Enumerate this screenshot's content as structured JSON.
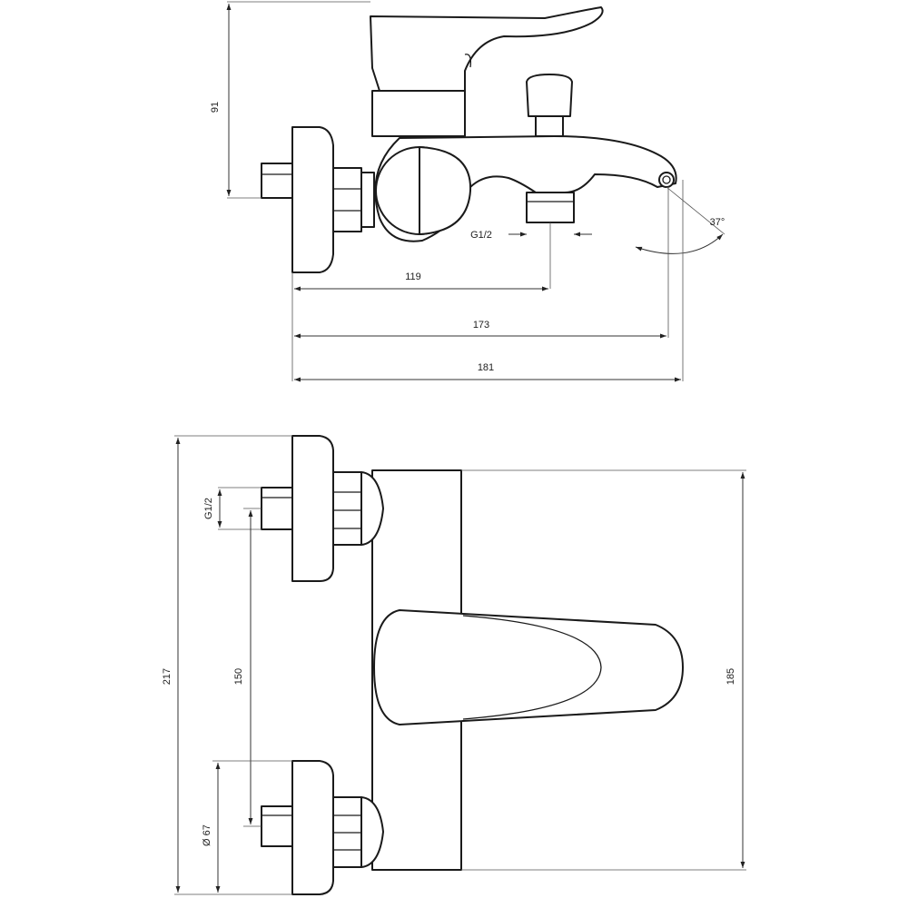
{
  "side_view": {
    "dim_height": "91",
    "dim_connection_thread": "G1/2",
    "dim_outlet_distance": "119",
    "dim_spout_reach": "173",
    "dim_total_depth": "181",
    "dim_spout_angle": "37°"
  },
  "front_view": {
    "dim_thread": "G1/2",
    "dim_center_distance": "150",
    "dim_total_height": "217",
    "dim_body_height": "185",
    "dim_flange_diameter": "Ø 67"
  },
  "colors": {
    "line": "#1a1a1a",
    "background": "#ffffff"
  }
}
